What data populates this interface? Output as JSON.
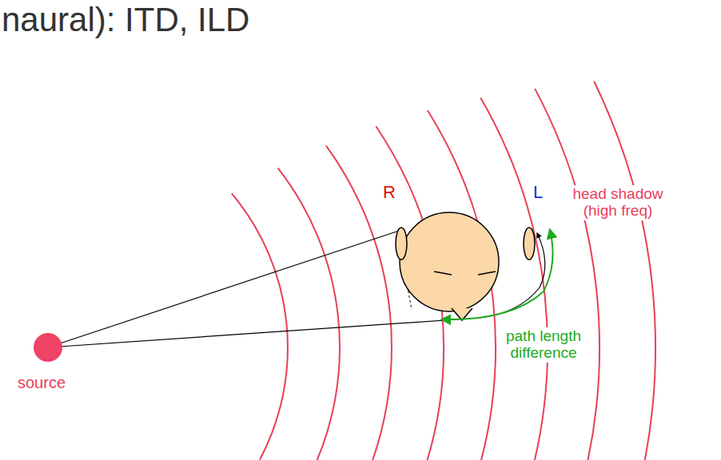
{
  "diagram": {
    "title": "naural): ITD, ILD",
    "labels": [
      "R",
      "L",
      "head shadow (high freq)",
      "path length difference",
      "source"
    ]
  }
}
